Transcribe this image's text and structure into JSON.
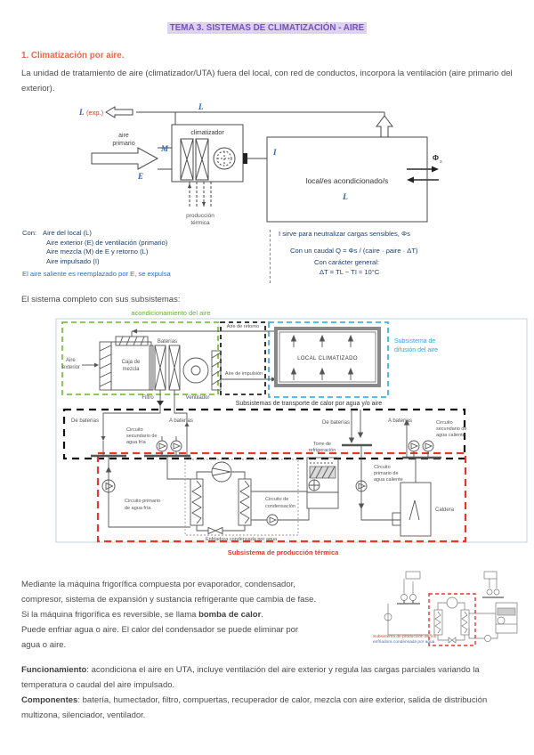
{
  "page": {
    "title": "TEMA 3. SISTEMAS DE CLIMATIZACIÓN - AIRE"
  },
  "section": {
    "heading": "1. Climatización por aire.",
    "intro": "La unidad de tratamiento de aire (climatizador/UTA) fuera del local, con red de conductos, incorpora la ventilación (aire primario del exterior).",
    "system_line": "El sistema completo con sus subsistemas:"
  },
  "uta": {
    "exh_l": "L",
    "exh_exp": "(exp.)",
    "duct_l": "L",
    "aire1": "aire",
    "aire2": "primario",
    "e": "E",
    "m": "M",
    "i": "I",
    "climatizador": "climatizador",
    "local": "local/es acondicionado/s",
    "local_l": "L",
    "phi": "Φ",
    "phi_sub": "s",
    "prod1": "producción",
    "prod2": "térmica"
  },
  "notes_left": {
    "prefix": "Con:",
    "lines": [
      "Aire del local (L)",
      "Aire exterior (E) de ventilación (primario)",
      "Aire mezcla (M) de E y retorno (L)",
      "Aire impulsado (I)"
    ],
    "footer": "El aire saliente es reemplazado por E, se expulsa"
  },
  "notes_right": {
    "line1": "I sirve para neutralizar cargas sensibles, Φs",
    "line2": "Con un caudal Q = Φs / (caire · ρaire · ΔT)",
    "line3": "Con carácter general:",
    "line4": "ΔT = TL − TI ≈ 10°C"
  },
  "system_diagram": {
    "green_title": "acondicionamiento del aire",
    "aire_ext1": "Aire",
    "aire_ext2": "exterior",
    "caja1": "Caja de",
    "caja2": "mezcla",
    "baterias": "Baterías",
    "filtro": "Filtro",
    "ventilador": "Ventilador",
    "aire_retorno": "Aire de retorno",
    "aire_impulsion": "Aire de impulsión",
    "local_climatizado": "LOCAL CLIMATIZADO",
    "difusion1": "Subsistema    de",
    "difusion2": "difusión del aire",
    "transporte": "Subsistemas de transporte de calor por agua y/o aire",
    "de_bat_izq": "De baterías",
    "a_bat_izq": "A baterías",
    "sec_fria1": "Circuito",
    "sec_fria2": "secundario de",
    "sec_fria3": "agua fría",
    "de_bat_der": "De baterías",
    "a_bat_der": "A baterías",
    "sec_cal1": "Circuito",
    "sec_cal2": "secundario de",
    "sec_cal3": "agua caliente",
    "torre1": "Torre de",
    "torre2": "refrigeración",
    "prim_fria1": "Circuito primario",
    "prim_fria2": "de agua fría",
    "enfriadora": "Enfriadora condensada por agua",
    "cond1": "Circuito de",
    "cond2": "condensación",
    "prim_cal1": "Circuito",
    "prim_cal2": "primario de",
    "prim_cal3": "agua caliente",
    "caldera": "Caldera",
    "produccion": "Subsistema de producción térmica"
  },
  "fridge": {
    "line1": "Mediante la máquina frigorífica compuesta por evaporador, condensador,",
    "line2": "compresor, sistema de expansión y sustancia refrigerante que cambia de fase.",
    "line3_pre": "Si la máquina frigorífica es reversible, se llama ",
    "line3_bold": "bomba de calor",
    "line3_post": ".",
    "line4": "Puede enfriar agua o aire. El calor del condensador se puede eliminar por",
    "line5": "agua o aire."
  },
  "mini": {
    "caption1": "Subsistema de producción de frío",
    "caption2": "enfriadora condensada por agua"
  },
  "closing": {
    "p1_bold": "Funcionamiento",
    "p1_rest": ": acondiciona el aire en UTA, incluye ventilación del aire exterior y regula las cargas parciales variando la temperatura o caudal del aire impulsado.",
    "p2_bold": "Componentes",
    "p2_rest": ": batería, humectador, filtro, compuertas, recuperador de calor, mezcla con aire exterior, salida de distribución multizona, silenciador, ventilador."
  }
}
